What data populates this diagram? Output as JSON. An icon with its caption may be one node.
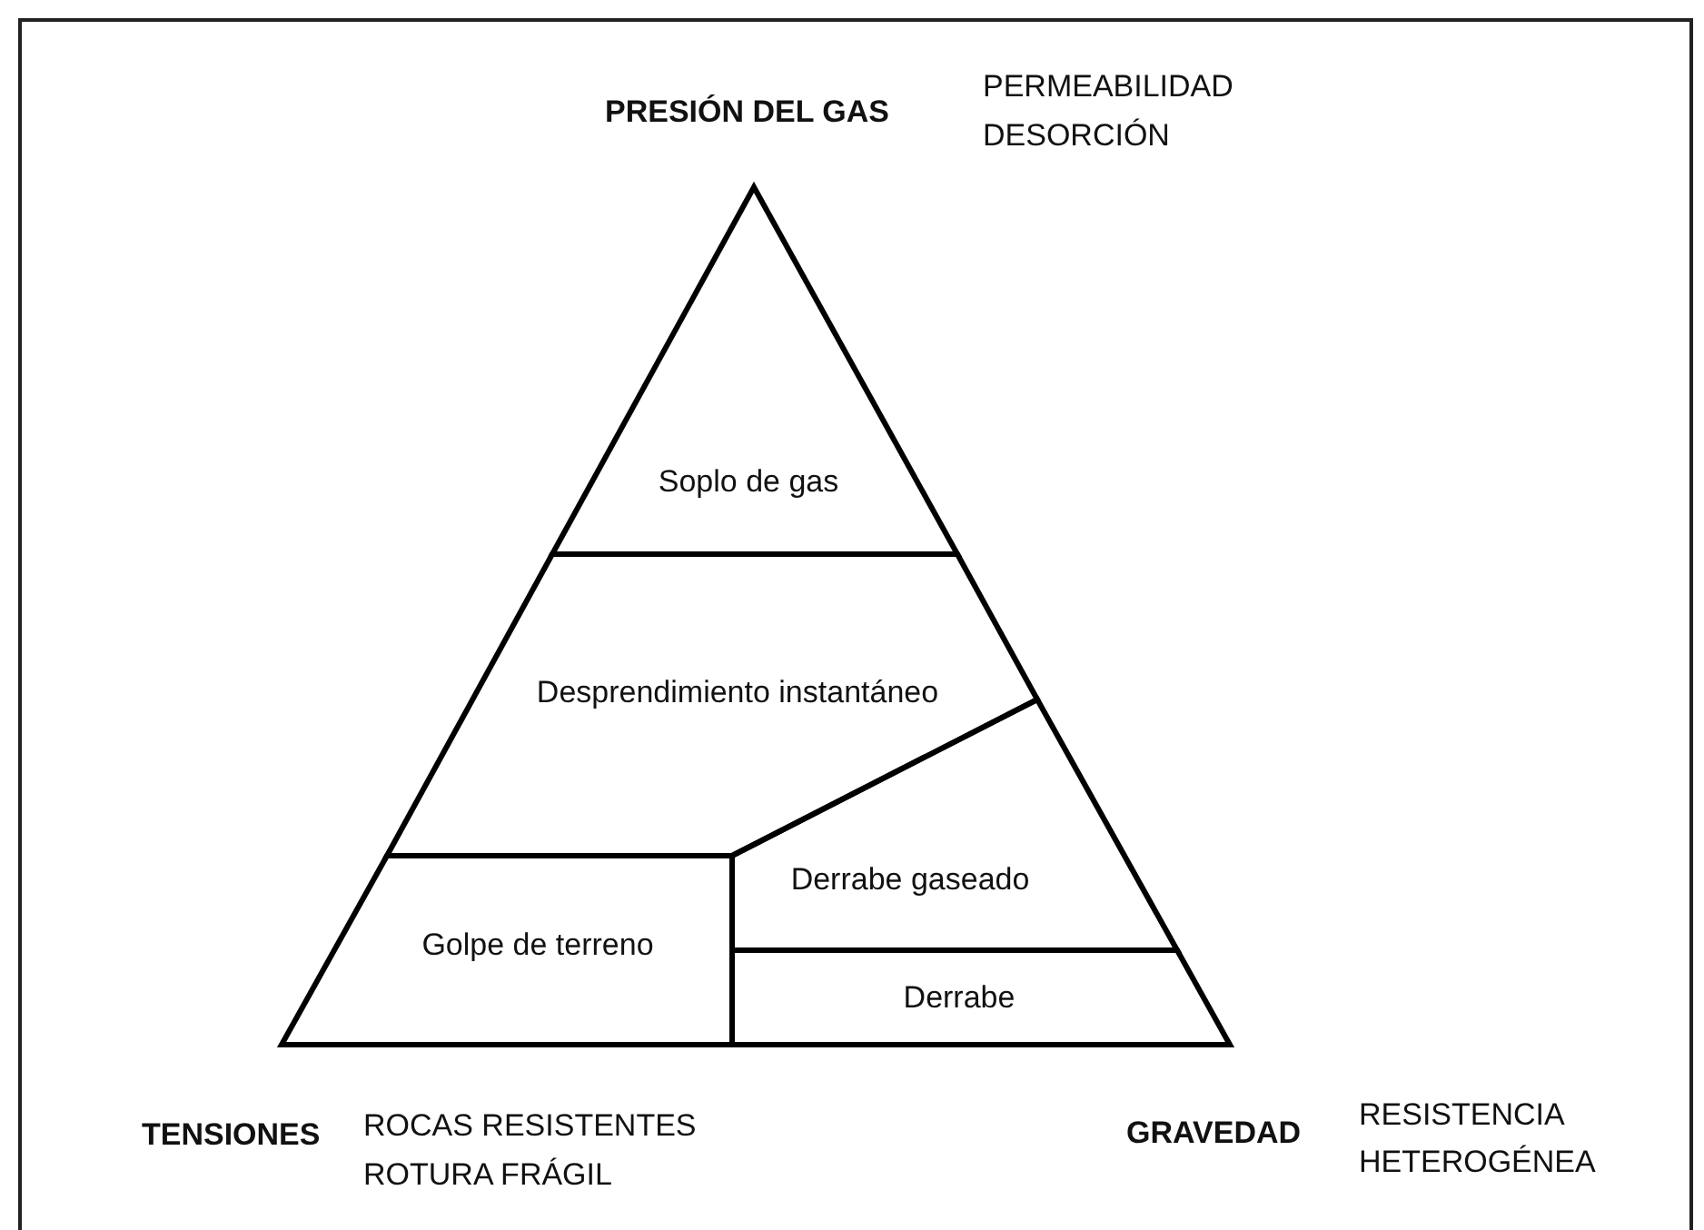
{
  "diagram": {
    "nodes": [
      {
        "text": [
          "Soplo de gas"
        ]
      },
      {
        "text": [
          "Desprendimiento instantáneo"
        ]
      },
      {
        "text": [
          "Derrabe gaseado"
        ]
      },
      {
        "text": [
          "Golpe de terreno"
        ]
      },
      {
        "text": [
          "Derrabe"
        ]
      }
    ],
    "labels": [
      "PRESIÓN DEL GAS",
      "PERMEABILIDAD",
      "DESORCIÓN",
      "TENSIONES",
      "ROCAS RESISTENTES",
      "ROTURA FRÁGIL",
      "GRAVEDAD",
      "RESISTENCIA",
      "HETEROGÉNEA"
    ]
  }
}
